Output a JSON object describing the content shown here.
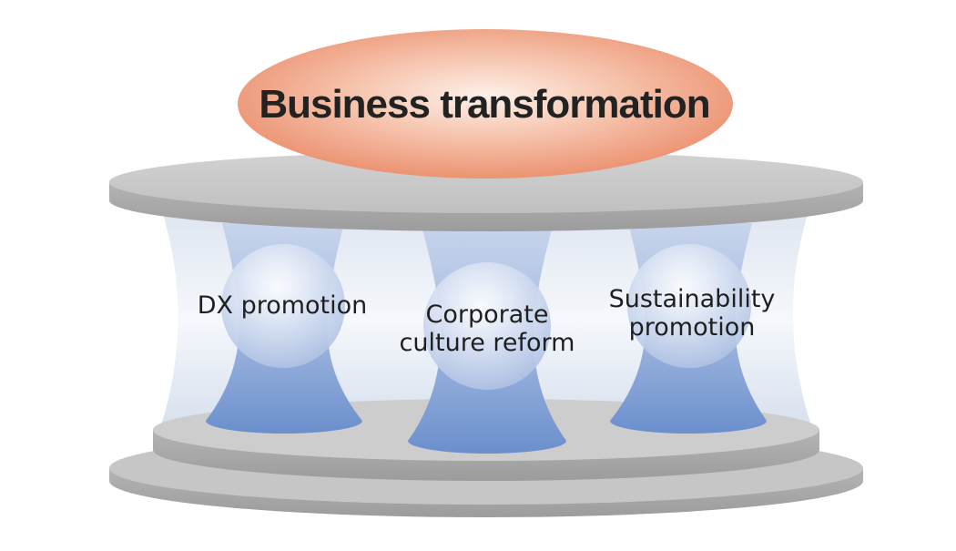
{
  "title": "Business transformation",
  "pillars": [
    {
      "lines": [
        "DX promotion"
      ]
    },
    {
      "lines": [
        "Corporate",
        "culture reform"
      ]
    },
    {
      "lines": [
        "Sustainability",
        "promotion"
      ]
    }
  ],
  "colors": {
    "title_ellipse": "#ee8f6f",
    "platform": "#c8c8c8",
    "pillar": "#6f8fcf",
    "backdrop": "#e4eaf3"
  }
}
